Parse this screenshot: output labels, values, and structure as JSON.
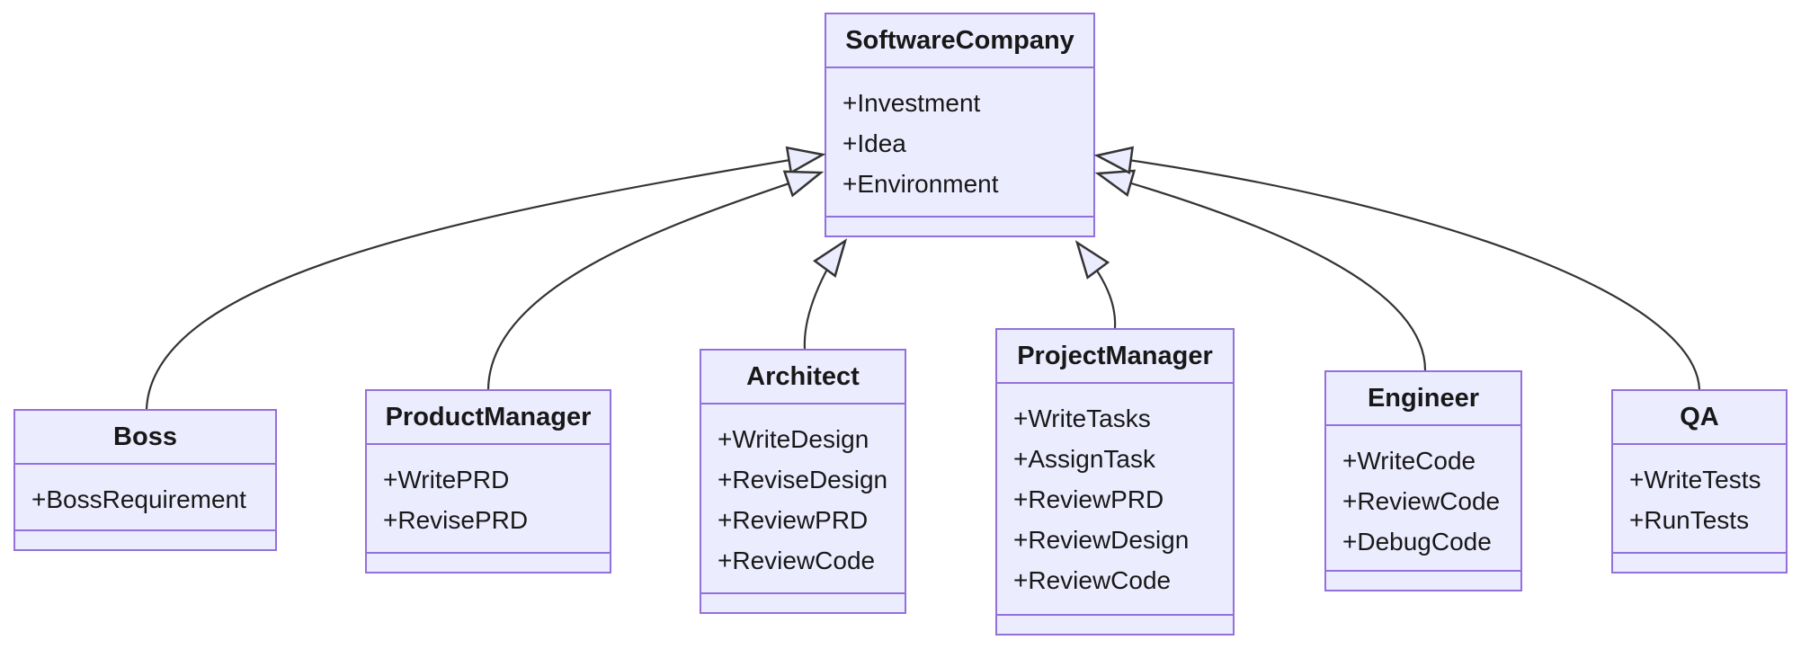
{
  "diagram": {
    "kind": "uml-class-diagram",
    "classes": [
      {
        "id": "SoftwareCompany",
        "title": "SoftwareCompany",
        "attributes": [
          "+Investment",
          "+Idea",
          "+Environment"
        ],
        "methods": []
      },
      {
        "id": "Boss",
        "title": "Boss",
        "attributes": [
          "+BossRequirement"
        ],
        "methods": []
      },
      {
        "id": "ProductManager",
        "title": "ProductManager",
        "attributes": [
          "+WritePRD",
          "+RevisePRD"
        ],
        "methods": []
      },
      {
        "id": "Architect",
        "title": "Architect",
        "attributes": [
          "+WriteDesign",
          "+ReviseDesign",
          "+ReviewPRD",
          "+ReviewCode"
        ],
        "methods": []
      },
      {
        "id": "ProjectManager",
        "title": "ProjectManager",
        "attributes": [
          "+WriteTasks",
          "+AssignTask",
          "+ReviewPRD",
          "+ReviewDesign",
          "+ReviewCode"
        ],
        "methods": []
      },
      {
        "id": "Engineer",
        "title": "Engineer",
        "attributes": [
          "+WriteCode",
          "+ReviewCode",
          "+DebugCode"
        ],
        "methods": []
      },
      {
        "id": "QA",
        "title": "QA",
        "attributes": [
          "+WriteTests",
          "+RunTests"
        ],
        "methods": []
      }
    ],
    "relations": [
      {
        "from": "Boss",
        "to": "SoftwareCompany",
        "type": "inheritance"
      },
      {
        "from": "ProductManager",
        "to": "SoftwareCompany",
        "type": "inheritance"
      },
      {
        "from": "Architect",
        "to": "SoftwareCompany",
        "type": "inheritance"
      },
      {
        "from": "ProjectManager",
        "to": "SoftwareCompany",
        "type": "inheritance"
      },
      {
        "from": "Engineer",
        "to": "SoftwareCompany",
        "type": "inheritance"
      },
      {
        "from": "QA",
        "to": "SoftwareCompany",
        "type": "inheritance"
      }
    ],
    "colors": {
      "node_fill": "#ECECFF",
      "node_border": "#9370DB",
      "edge_line": "#343434",
      "text": "#181818"
    }
  }
}
